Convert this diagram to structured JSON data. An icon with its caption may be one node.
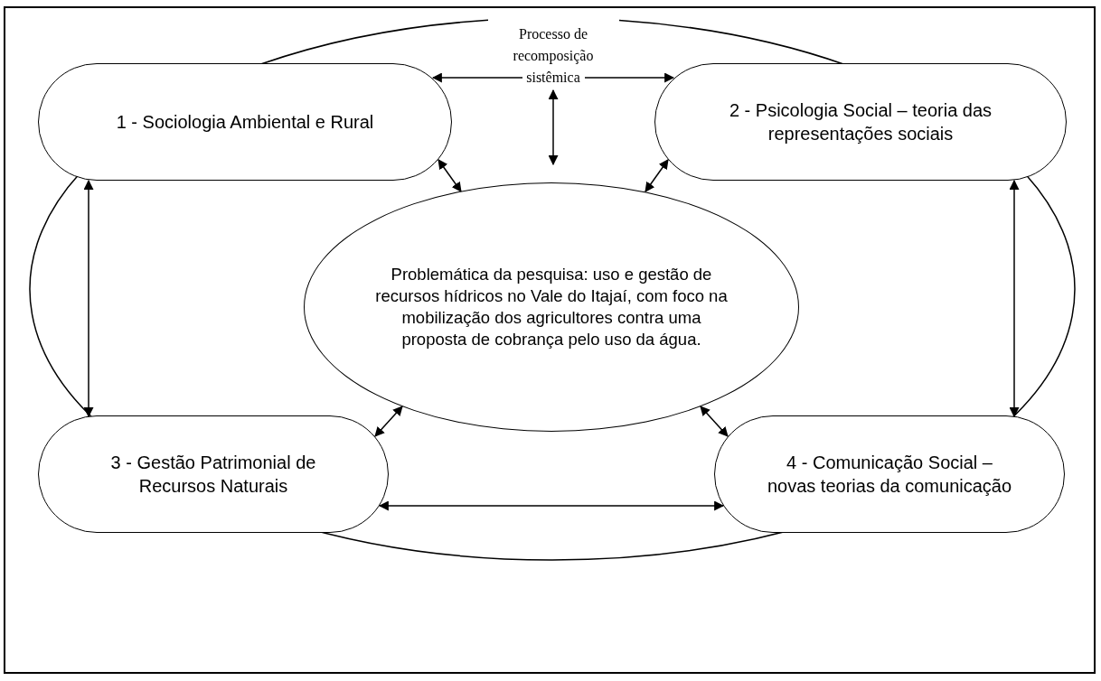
{
  "diagram": {
    "nodes": [
      {
        "text": [
          "Processo de recomposição sistêmica"
        ]
      },
      {
        "text": [
          "1 - Sociologia Ambiental e Rural"
        ]
      },
      {
        "text": [
          "2 - Psicologia Social – teoria das representações sociais"
        ]
      },
      {
        "text": [
          "Problemática da pesquisa: uso e gestão de recursos hídricos no Vale do Itajaí, com foco na mobilização dos agricultores contra uma proposta de cobrança pelo uso da água."
        ]
      },
      {
        "text": [
          "3 - Gestão Patrimonial de Recursos Naturais"
        ]
      },
      {
        "text": [
          "4 - Comunicação Social – novas teorias da comunicação"
        ]
      }
    ],
    "edges": [
      {
        "from": 0,
        "to": 1,
        "arrow": "to"
      },
      {
        "from": 0,
        "to": 2,
        "arrow": "to"
      },
      {
        "from": 0,
        "to": 3,
        "arrow": "both"
      },
      {
        "from": 1,
        "to": 3,
        "arrow": "both"
      },
      {
        "from": 2,
        "to": 3,
        "arrow": "both"
      },
      {
        "from": 1,
        "to": 4,
        "arrow": "both"
      },
      {
        "from": 2,
        "to": 5,
        "arrow": "both"
      },
      {
        "from": 4,
        "to": 3,
        "arrow": "both"
      },
      {
        "from": 5,
        "to": 3,
        "arrow": "both"
      },
      {
        "from": 4,
        "to": 5,
        "arrow": "both"
      }
    ]
  }
}
